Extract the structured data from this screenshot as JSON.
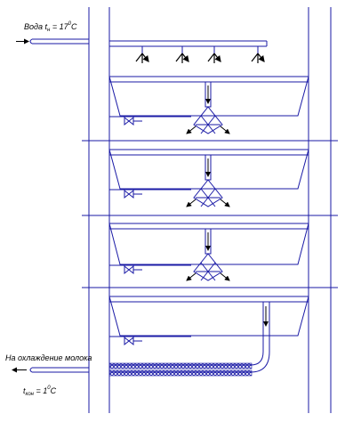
{
  "labels": {
    "water_inlet": {
      "prefix": "Вода t",
      "subscript": "н",
      "value": " = 17",
      "superscript": "0",
      "unit": "C"
    },
    "outlet_caption": "На охлаждение молока",
    "outlet_temp": {
      "prefix": "t",
      "subscript": "кон",
      "value": " = 1",
      "superscript": "0",
      "unit": "C"
    }
  },
  "colors": {
    "line": "#1a1aa6",
    "arrow": "#000000",
    "text": "#000000"
  },
  "icons": {
    "spray_nozzle": "spray-nozzle-icon",
    "valve": "valve-icon",
    "flow_arrow": "arrow-down-icon"
  }
}
